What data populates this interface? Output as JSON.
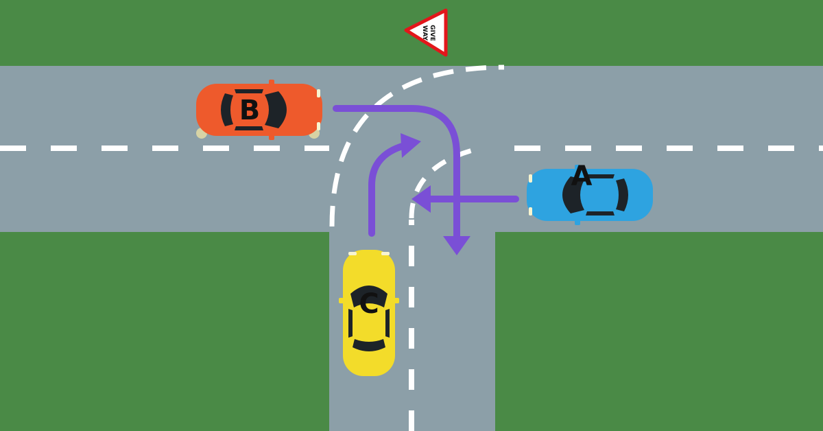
{
  "colors": {
    "grass": "#4a8a46",
    "road": "#8c9fa8",
    "marking": "#ffffff",
    "path": "#7a4fd6",
    "sign_border": "#e3161b"
  },
  "sign": {
    "icon": "give-way-sign",
    "line1": "GIVE",
    "line2": "WAY"
  },
  "cars": [
    {
      "id": "car-a",
      "label": "A",
      "color": "#2ea3e0",
      "icon": "car-icon"
    },
    {
      "id": "car-b",
      "label": "B",
      "color": "#ee5a2c",
      "icon": "car-icon"
    },
    {
      "id": "car-c",
      "label": "C",
      "color": "#f3dc2a",
      "icon": "car-icon"
    }
  ],
  "paths": [
    {
      "id": "path-a",
      "car": "A",
      "maneuver": "straight"
    },
    {
      "id": "path-b",
      "car": "B",
      "maneuver": "right-turn"
    },
    {
      "id": "path-c",
      "car": "C",
      "maneuver": "right-turn"
    }
  ]
}
